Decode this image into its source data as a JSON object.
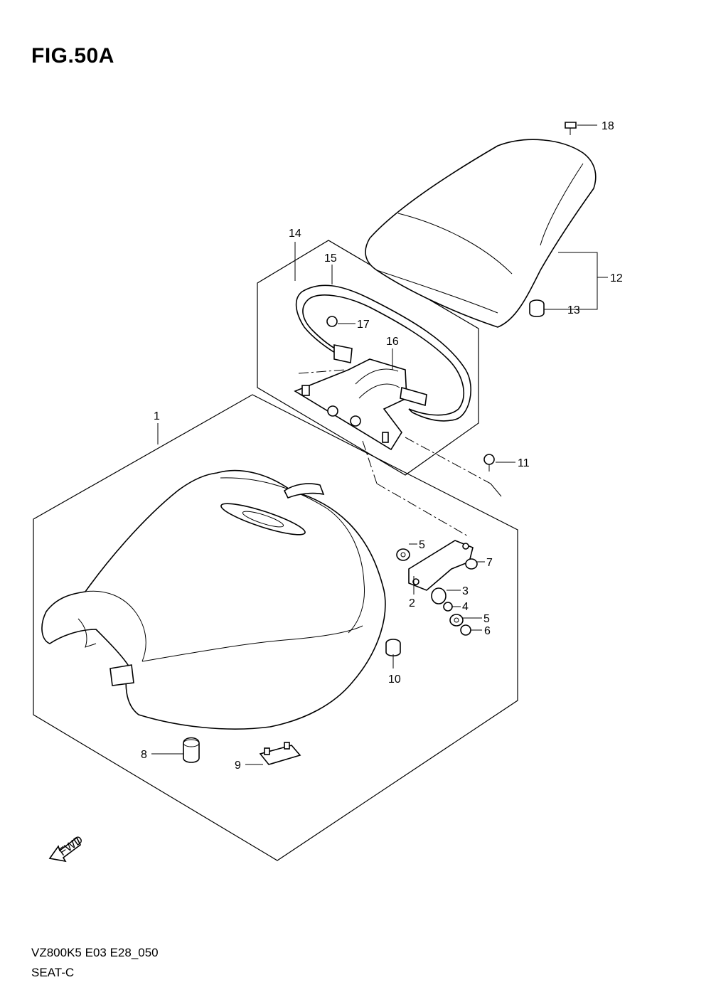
{
  "figure": {
    "title": "FIG.50A",
    "code": "VZ800K5 E03 E28_050",
    "name": "SEAT-C",
    "fwd_label": "FWD"
  },
  "callouts": [
    "1",
    "2",
    "3",
    "4",
    "5",
    "5",
    "6",
    "7",
    "8",
    "9",
    "10",
    "11",
    "12",
    "13",
    "14",
    "15",
    "16",
    "17",
    "18"
  ]
}
